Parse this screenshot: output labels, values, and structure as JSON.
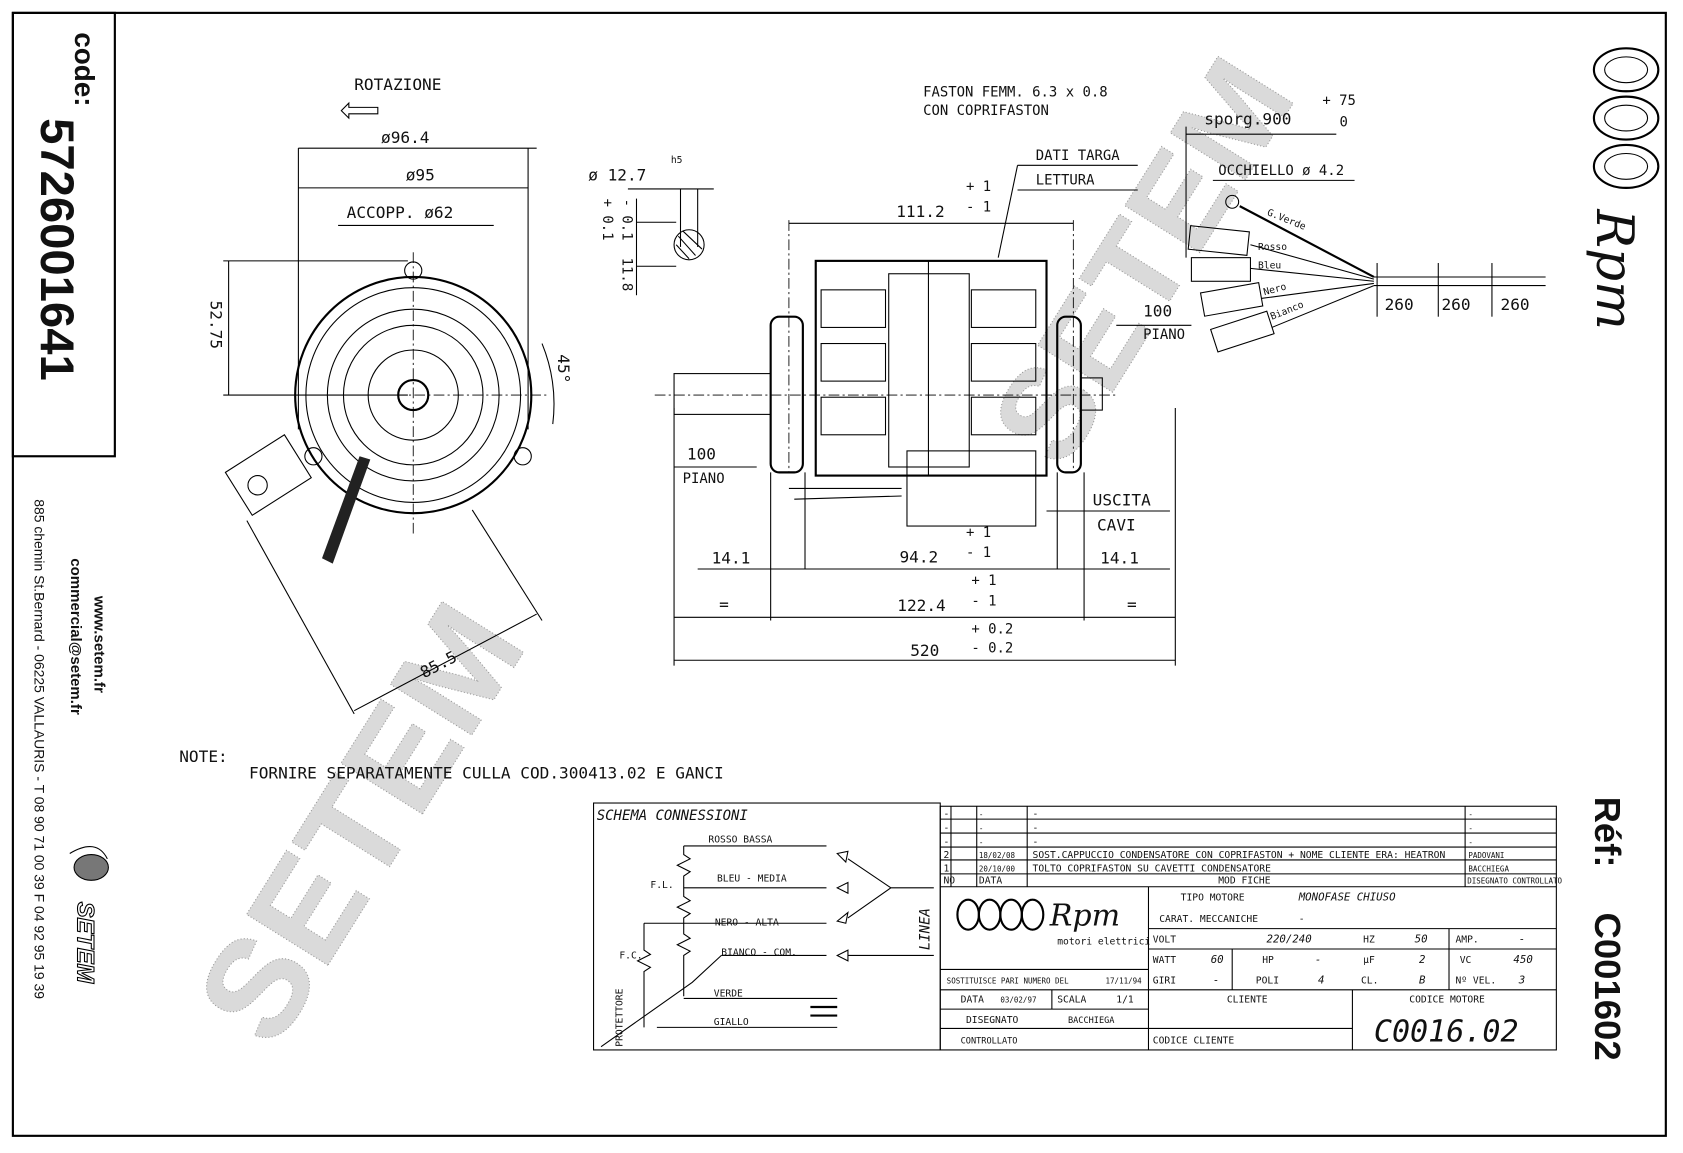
{
  "code_label": "code:",
  "code_value": "5726001641",
  "company": {
    "website": "www.setem.fr",
    "email": "commercial@setem.fr",
    "address": "885 chemin St.Bernard  -  06225 VALLAURIS  -  T 08 90 71 00 39  F 04 92 95 19 39",
    "logo_text": "SETEM"
  },
  "brand": {
    "logo_text": "Rpm",
    "subtitle": "motori elettrici"
  },
  "reference": {
    "label": "Réf:",
    "value": "C001602"
  },
  "watermark": "SETEM",
  "front_view": {
    "rotation": "ROTAZIONE",
    "d1": "ø96.4",
    "d2": "ø95",
    "coupling": "ACCOPP. ø62",
    "height": "52.75",
    "angle": "45°",
    "foot": "85.5"
  },
  "shaft": {
    "diameter": "ø 12.7",
    "tolerance": "h5",
    "tol_plus": "+ 0.1",
    "tol_minus": "- 0.1",
    "flat": "11.8"
  },
  "side_view": {
    "faston_1": "FASTON FEMM. 6.3 x 0.8",
    "faston_2": "CON COPRIFASTON",
    "plate_1": "DATI TARGA",
    "plate_2": "LETTURA",
    "len_body": "111.2",
    "tol_p1": "+ 1",
    "tol_m1": "- 1",
    "sporg": "sporg.900",
    "sporg_p": "+ 75",
    "sporg_m": "0",
    "eyelet": "OCCHIELLO ø 4.2",
    "wires": [
      "G.Verde",
      "Rosso",
      "Bleu",
      "Nero",
      "Bianco"
    ],
    "wire_segments": [
      "260",
      "260",
      "260"
    ],
    "plane_r_1": "100",
    "plane_r_2": "PIANO",
    "plane_l_1": "100",
    "plane_l_2": "PIANO",
    "exit_1": "USCITA",
    "exit_2": "CAVI",
    "d_left": "14.1",
    "d_mid": "94.2",
    "d_right": "14.1",
    "eq_left": "=",
    "d_total": "122.4",
    "eq_right": "=",
    "d_overall": "520",
    "tol_p02": "+ 0.2",
    "tol_m02": "- 0.2"
  },
  "note": {
    "label": "NOTE:",
    "text": "FORNIRE SEPARATAMENTE  CULLA COD.300413.02 E GANCI"
  },
  "schema": {
    "title": "SCHEMA CONNESSIONI",
    "wires": [
      "ROSSO  BASSA",
      "BLEU - MEDIA",
      "NERO - ALTA",
      "BIANCO - COM.",
      "VERDE",
      "GIALLO"
    ],
    "fl": "F.L.",
    "fc": "F.C.",
    "protector": "PROTETTORE",
    "line": "LINEA"
  },
  "revisions": {
    "rows": [
      {
        "no": "-",
        "date": "-",
        "desc": "-",
        "by": "-"
      },
      {
        "no": "-",
        "date": "-",
        "desc": "-",
        "by": "-"
      },
      {
        "no": "-",
        "date": "-",
        "desc": "-",
        "by": "-"
      },
      {
        "no": "2",
        "date": "18/02/08",
        "desc": "SOST.CAPPUCCIO CONDENSATORE CON COPRIFASTON + NOME CLIENTE ERA: HEATRON",
        "by": "PADOVANI"
      },
      {
        "no": "1",
        "date": "20/10/00",
        "desc": "TOLTO COPRIFASTON SU CAVETTI CONDENSATORE",
        "by": "BACCHIEGA"
      }
    ],
    "header": {
      "no": "NO",
      "date": "DATA",
      "desc": "MOD FICHE",
      "by": "DISEGNATO  CONTROLLATO"
    }
  },
  "specs": {
    "type_label": "TIPO MOTORE",
    "type_value": "MONOFASE CHIUSO",
    "mech_label": "CARAT. MECCANICHE",
    "mech_value": "-",
    "volt_label": "VOLT",
    "volt": "220/240",
    "hz_label": "HZ",
    "hz": "50",
    "amp_label": "AMP.",
    "amp": "-",
    "watt_label": "WATT",
    "watt": "60",
    "hp_label": "HP",
    "hp": "-",
    "uf_label": "µF",
    "uf": "2",
    "vc_label": "VC",
    "vc": "450",
    "giri_label": "GIRI",
    "giri": "-",
    "poli_label": "POLI",
    "poli": "4",
    "cl_label": "CL.",
    "cl": "B",
    "vel_label": "Nº VEL.",
    "vel": "3"
  },
  "title_block": {
    "replaces": "SOSTITUISCE PARI NUMERO DEL",
    "replaces_date": "17/11/94",
    "date_label": "DATA",
    "date": "03/02/97",
    "scale_label": "SCALA",
    "scale": "1/1",
    "drawn_label": "DISEGNATO",
    "drawn": "BACCHIEGA",
    "checked_label": "CONTROLLATO",
    "client_label": "CLIENTE",
    "client_code_label": "CODICE CLIENTE",
    "motor_code_label": "CODICE MOTORE",
    "motor_code": "C0016.02"
  }
}
